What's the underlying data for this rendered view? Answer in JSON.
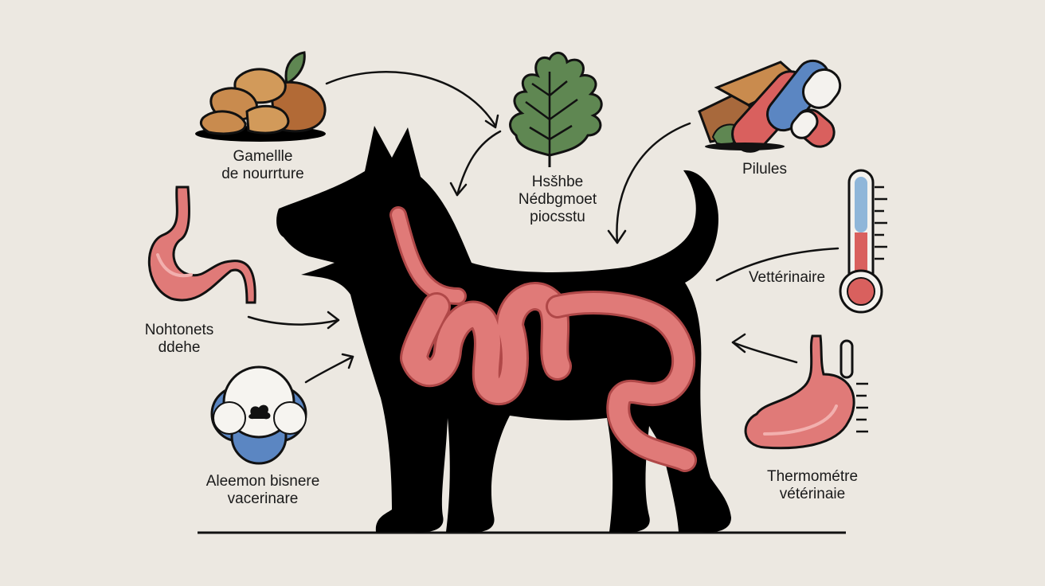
{
  "colors": {
    "background": "#ece8e1",
    "ink": "#111111",
    "organ": "#e07a78",
    "organ_dark": "#b04848",
    "leaf": "#5f8752",
    "kibble": "#c98b4e",
    "pill_blue": "#5b86c2",
    "pill_red": "#d9605e",
    "thermo_blue": "#8fb6d9"
  },
  "labels": {
    "food_bowl": [
      "Gamellle",
      "de nourrture"
    ],
    "herb": [
      "Hsšhbe",
      "Nédbgmoet",
      "piocsstu"
    ],
    "pills": [
      "Pilules"
    ],
    "vet": [
      "Vettérinaire"
    ],
    "esophagus": [
      "Nohtonets",
      "ddehe"
    ],
    "allergen": [
      "Alеemon bisnere",
      "vacerinare"
    ],
    "thermometer": [
      "Thermométre",
      "vétérinaie"
    ]
  },
  "icons": [
    "food-bowl-icon",
    "leaf-icon",
    "pills-icon",
    "thermometer-icon",
    "stomach-icon",
    "cotton-flower-icon",
    "dog-silhouette"
  ]
}
